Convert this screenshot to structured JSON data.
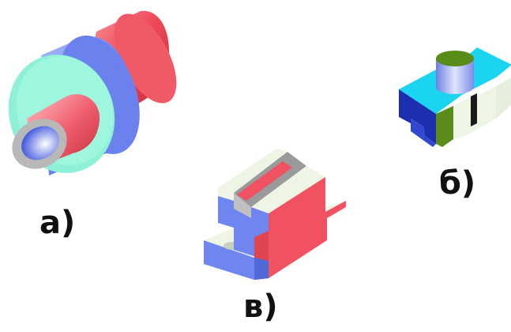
{
  "figures": [
    {
      "id": "a",
      "label": "а)"
    },
    {
      "id": "b",
      "label": "б)"
    },
    {
      "id": "v",
      "label": "в)"
    }
  ],
  "colors": {
    "red": "#f0505c",
    "blue": "#6f86f0",
    "mint": "#8ff0d8",
    "gray": "#b5b5b5",
    "cyan": "#1ad4f0",
    "olive": "#5a8c1a",
    "navy": "#1c2fb0",
    "cream": "#eef5e4"
  }
}
